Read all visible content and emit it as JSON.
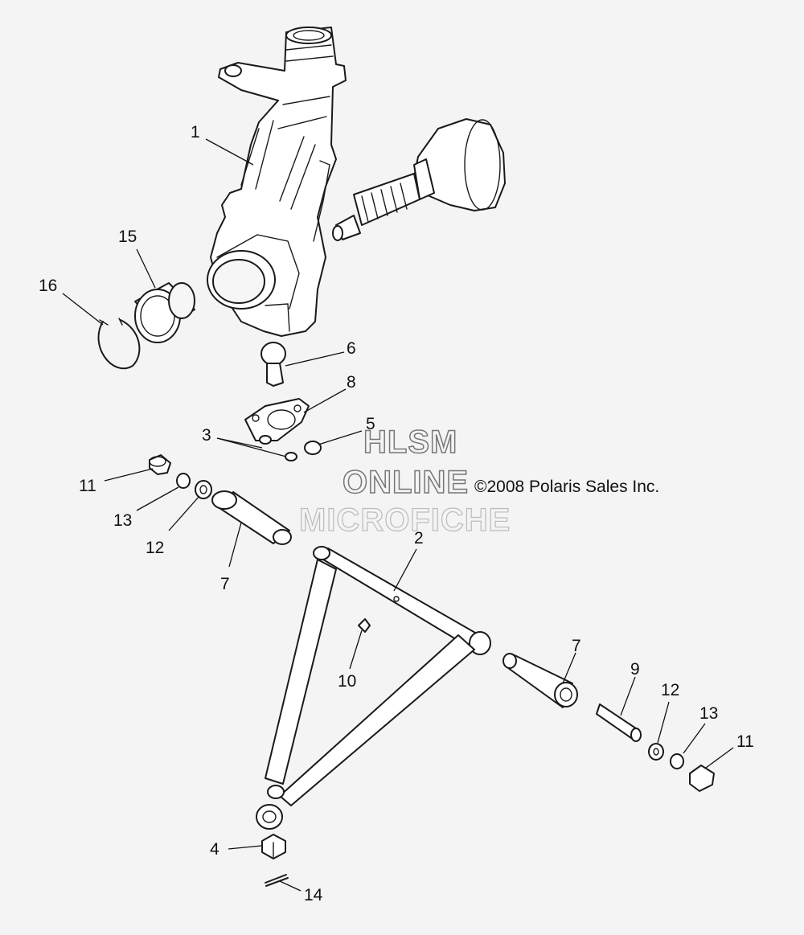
{
  "copyright": "©2008 Polaris Sales Inc.",
  "watermark": [
    "HLSM",
    "ONLINE",
    "MICROFICHE"
  ],
  "callouts": [
    "1",
    "15",
    "16",
    "6",
    "8",
    "3",
    "5",
    "11",
    "13",
    "12",
    "7",
    "2",
    "10",
    "7",
    "9",
    "12",
    "13",
    "11",
    "4",
    "14"
  ],
  "colors": {
    "background": "#f4f4f4",
    "line": "#1a1a1a",
    "watermark_outline": "#777777"
  }
}
